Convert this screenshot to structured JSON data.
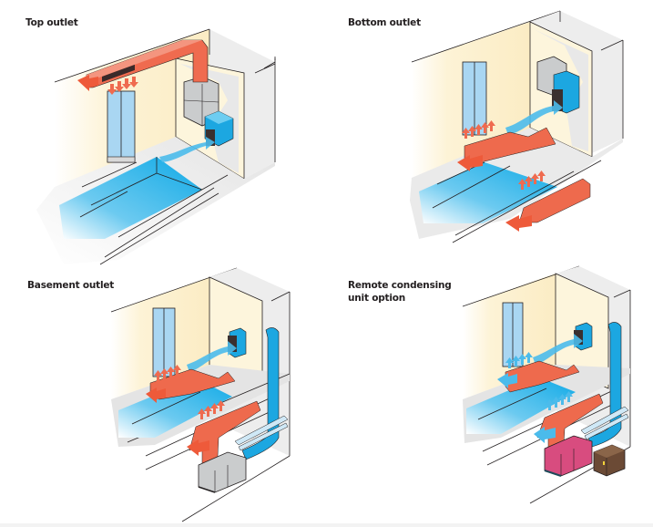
{
  "page": {
    "panels": [
      {
        "id": "top-outlet",
        "title": "Top outlet",
        "outlet_position": "top",
        "has_basement_unit": false,
        "remote_condenser": false
      },
      {
        "id": "bottom-outlet",
        "title": "Bottom outlet",
        "outlet_position": "bottom",
        "has_basement_unit": false,
        "remote_condenser": false
      },
      {
        "id": "basement-outlet",
        "title": "Basement outlet",
        "outlet_position": "basement",
        "has_basement_unit": true,
        "remote_condenser": false
      },
      {
        "id": "remote-condensing",
        "title": "Remote condensing\nunit option",
        "outlet_position": "basement",
        "has_basement_unit": true,
        "remote_condenser": true
      }
    ]
  },
  "colors": {
    "supply_air": "#ee6a4d",
    "supply_air_dark": "#d9472e",
    "return_air": "#1aa6e0",
    "return_air_light": "#8fd3f2",
    "pool_water": "#12aee8",
    "wall_cream": "#fdf3d3",
    "wall_grey": "#ececec",
    "floor_grey": "#e2e2e2",
    "unit_metal": "#c9cbcc",
    "unit_magenta": "#d84c7f",
    "condenser_brown": "#6b4a35",
    "line": "#231f20"
  }
}
